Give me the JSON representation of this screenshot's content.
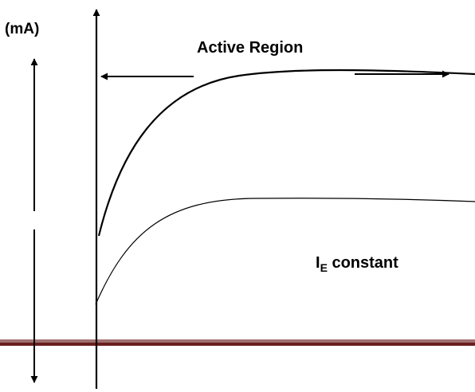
{
  "labels": {
    "unit": "(mA)",
    "region": "Active Region",
    "current_main": "I",
    "current_sub": "E",
    "current_rest": " constant"
  },
  "colors": {
    "line": "#000000",
    "band_dark": "#6b1f1f",
    "band_light": "#a07070"
  }
}
